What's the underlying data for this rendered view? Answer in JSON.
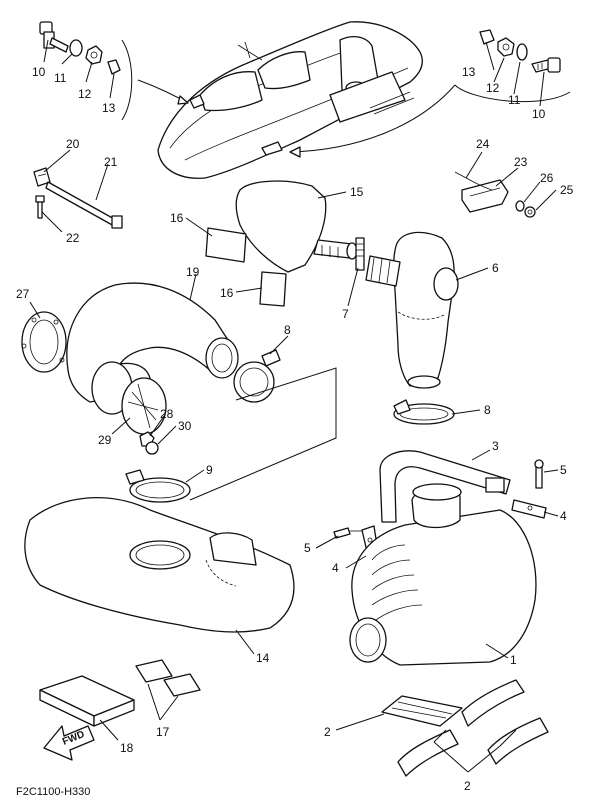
{
  "diagram": {
    "drawing_code": "F2C1100-H330",
    "fwd_label": "FWD",
    "callouts": {
      "c1": "1",
      "c2a": "2",
      "c2b": "2",
      "c3": "3",
      "c4a": "4",
      "c4b": "4",
      "c5a": "5",
      "c5b": "5",
      "c6": "6",
      "c7": "7",
      "c8a": "8",
      "c8b": "8",
      "c9": "9",
      "c10a": "10",
      "c10b": "10",
      "c11a": "11",
      "c11b": "11",
      "c12a": "12",
      "c12b": "12",
      "c13a": "13",
      "c13b": "13",
      "c14": "14",
      "c15": "15",
      "c16a": "16",
      "c16b": "16",
      "c17": "17",
      "c18": "18",
      "c19": "19",
      "c20": "20",
      "c21": "21",
      "c22": "22",
      "c23": "23",
      "c24": "24",
      "c25": "25",
      "c26": "26",
      "c27": "27",
      "c28": "28",
      "c29": "29",
      "c30": "30"
    }
  }
}
